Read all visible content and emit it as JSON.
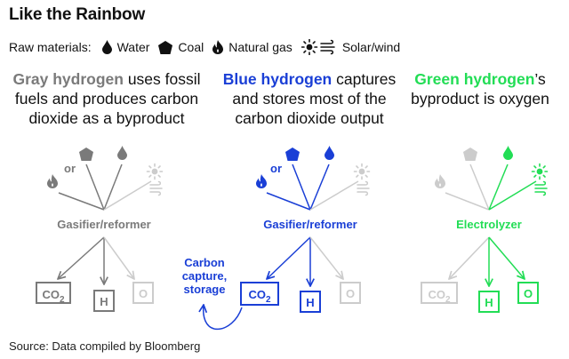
{
  "title": "Like the Rainbow",
  "legend": {
    "label": "Raw materials:",
    "items": [
      {
        "icon": "water-drop-icon",
        "label": "Water"
      },
      {
        "icon": "coal-icon",
        "label": "Coal"
      },
      {
        "icon": "natural-gas-flame-icon",
        "label": "Natural gas"
      },
      {
        "icon": "sun-wind-icon",
        "label": "Solar/wind"
      }
    ]
  },
  "colors": {
    "gray": "#7a7a7a",
    "light_gray": "#cccccc",
    "blue": "#1a3fd6",
    "green": "#22dd55"
  },
  "columns": {
    "gray": {
      "heading_highlight": "Gray hydrogen",
      "heading_rest": "uses fossil fuels and produces carbon dioxide as a byproduct",
      "or_label": "or",
      "process_label": "Gasifier/reformer",
      "outputs": [
        "CO",
        "H",
        "O"
      ]
    },
    "blue": {
      "heading_highlight": "Blue hydrogen",
      "heading_rest": "captures and stores most of the carbon dioxide output",
      "or_label": "or",
      "process_label": "Gasifier/reformer",
      "capture_label": "Carbon capture, storage",
      "outputs": [
        "CO",
        "H",
        "O"
      ]
    },
    "green": {
      "heading_highlight": "Green hydrogen",
      "heading_suffix": "’s",
      "heading_rest": "byproduct is oxygen",
      "process_label": "Electrolyzer",
      "outputs": [
        "CO",
        "H",
        "O"
      ]
    }
  },
  "subscript_2": "2",
  "source": "Source: Data compiled by Bloomberg"
}
